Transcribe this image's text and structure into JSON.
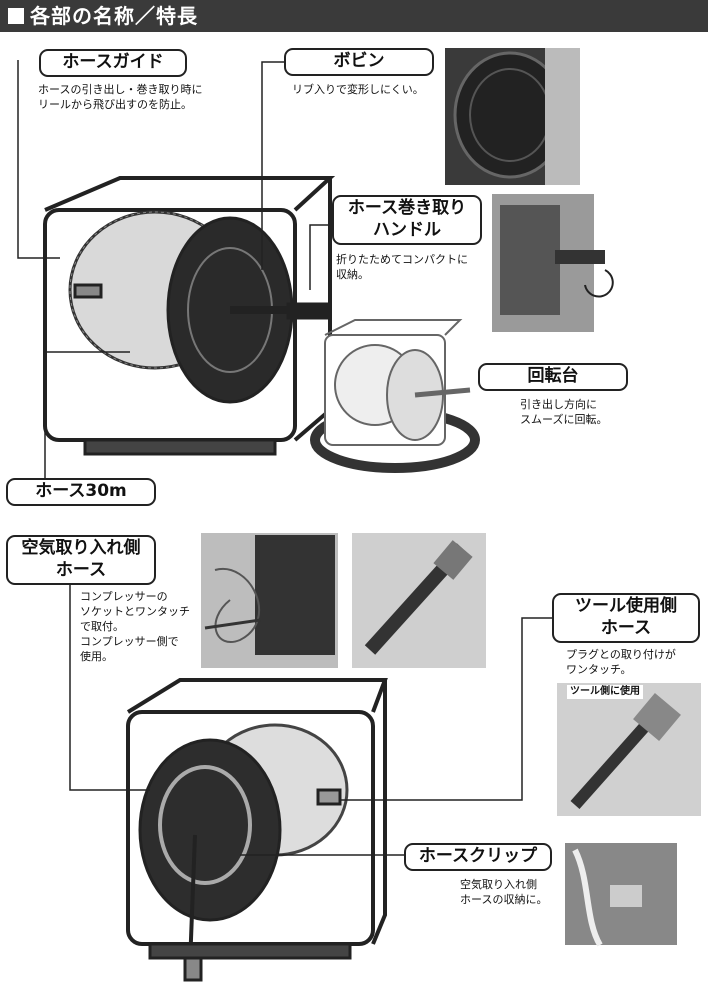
{
  "header": {
    "title": "各部の名称／特長"
  },
  "parts": {
    "hose_guide": {
      "label": "ホースガイド",
      "desc": "ホースの引き出し・巻き取り時に\nリールから飛び出すのを防止。"
    },
    "bobbin": {
      "label": "ボビン",
      "desc": "リブ入りで変形しにくい。"
    },
    "handle": {
      "label": "ホース巻き取り\nハンドル",
      "desc": "折りたためてコンパクトに\n収納。"
    },
    "turntable": {
      "label": "回転台",
      "desc": "引き出し方向に\nスムーズに回転。"
    },
    "hose30": {
      "label": "ホース30m"
    },
    "air_intake": {
      "label": "空気取り入れ側\nホース",
      "desc": "コンプレッサーの\nソケットとワンタッチ\nで取付。\nコンプレッサー側で\n使用。"
    },
    "tool_side": {
      "label": "ツール使用側\nホース",
      "desc": "プラグとの取り付けが\nワンタッチ。",
      "tag": "ツール側に使用"
    },
    "clip": {
      "label": "ホースクリップ",
      "desc": "空気取り入れ側\nホースの収納に。"
    }
  }
}
